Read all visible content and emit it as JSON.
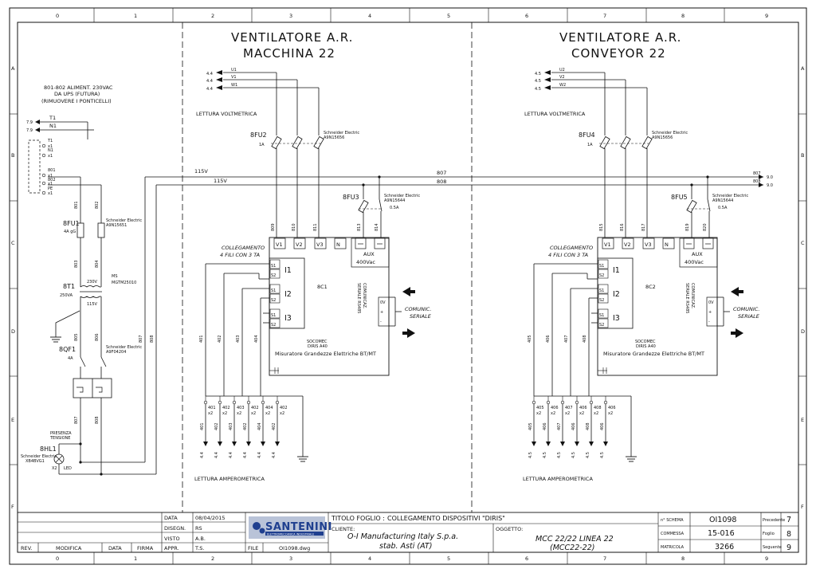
{
  "grid": {
    "columns": [
      "0",
      "1",
      "2",
      "3",
      "4",
      "5",
      "6",
      "7",
      "8",
      "9"
    ],
    "rows": [
      "A",
      "B",
      "C",
      "D",
      "E",
      "F"
    ]
  },
  "left": {
    "title1": "VENTILATORE A.R.",
    "title2": "MACCHINA 22",
    "phases": [
      "U1",
      "V1",
      "W1"
    ],
    "phase_refs": [
      "4.4",
      "4.4",
      "4.4"
    ],
    "voltmeter": "LETTURA VOLTMETRICA",
    "fuse": "8FU2",
    "fuse_rating": "1A",
    "fuse_maker": "Schneider Electric",
    "fuse_code": "A9N15656",
    "aux_fuse": "8FU3",
    "aux_fuse_maker": "Schneider Electric",
    "aux_fuse_code": "A9N15644",
    "aux_fuse_rating": "0.5A",
    "wires_v": [
      "809",
      "810",
      "811"
    ],
    "wires_aux": [
      "813",
      "814"
    ],
    "collegamento1": "COLLEGAMENTO",
    "collegamento2": "4 FILI CON 3 TA",
    "terminals": [
      "V1",
      "V2",
      "V3",
      "N"
    ],
    "aux_label": "AUX",
    "aux_volt": "400Vac",
    "device": "8C1",
    "inputs": [
      "I1",
      "I2",
      "I3"
    ],
    "s_terms": [
      "S1",
      "S2",
      "S1",
      "S2",
      "S1",
      "S2"
    ],
    "comm1": "COMUNICAZ.",
    "comm2": "SERIALE RS485",
    "comm_pins": [
      "0V",
      "+",
      "-"
    ],
    "comunic1": "COMUNIC.",
    "comunic2": "SERIALE",
    "maker": "SOCOMEC",
    "model": "DIRIS A40",
    "desc": "Misuratore Grandezze Elettriche BT/MT",
    "ct_wires": [
      "401",
      "402",
      "403",
      "404"
    ],
    "ct_labels": [
      "401",
      "402",
      "403",
      "402",
      "404",
      "402"
    ],
    "ct_mult": [
      "x2",
      "x2",
      "x2",
      "x2",
      "x2",
      "x2"
    ],
    "ct_refs": [
      "4.4",
      "4.4",
      "4.4",
      "4.4",
      "4.4",
      "4.4"
    ],
    "amp": "LETTURA AMPEROMETRICA"
  },
  "right": {
    "title1": "VENTILATORE A.R.",
    "title2": "CONVEYOR 22",
    "phases": [
      "U2",
      "V2",
      "W2"
    ],
    "phase_refs": [
      "4.5",
      "4.5",
      "4.5"
    ],
    "voltmeter": "LETTURA VOLTMETRICA",
    "fuse": "8FU4",
    "fuse_rating": "1A",
    "fuse_maker": "Schneider Electric",
    "fuse_code": "A9N15656",
    "aux_fuse": "8FU5",
    "aux_fuse_maker": "Schneider Electric",
    "aux_fuse_code": "A9N15644",
    "aux_fuse_rating": "0.5A",
    "wires_v": [
      "815",
      "816",
      "817"
    ],
    "wires_aux": [
      "819",
      "820"
    ],
    "collegamento1": "COLLEGAMENTO",
    "collegamento2": "4 FILI CON 3 TA",
    "terminals": [
      "V1",
      "V2",
      "V3",
      "N"
    ],
    "aux_label": "AUX",
    "aux_volt": "400Vac",
    "device": "8C2",
    "inputs": [
      "I1",
      "I2",
      "I3"
    ],
    "s_terms": [
      "S1",
      "S2",
      "S1",
      "S2",
      "S1",
      "S2"
    ],
    "comm1": "COMUNICAZ.",
    "comm2": "SERIALE RS485",
    "comm_pins": [
      "0V",
      "+",
      "-"
    ],
    "comunic1": "COMUNIC.",
    "comunic2": "SERIALE",
    "maker": "SOCOMEC",
    "model": "DIRIS A40",
    "desc": "Misuratore Grandezze Elettriche BT/MT",
    "ct_wires": [
      "405",
      "406",
      "407",
      "408"
    ],
    "ct_labels": [
      "405",
      "406",
      "407",
      "406",
      "408",
      "406"
    ],
    "ct_mult": [
      "x2",
      "x2",
      "x2",
      "x2",
      "x2",
      "x2"
    ],
    "ct_refs": [
      "4.5",
      "4.5",
      "4.5",
      "4.5",
      "4.5",
      "4.5"
    ],
    "amp": "LETTURA AMPEROMETRICA"
  },
  "supply": {
    "note1": "801-802 ALIMENT. 230VAC",
    "note2": "DA UPS (FUTURA)",
    "note3": "(RIMUOVERE I PONTICELLI)",
    "t1": "T1",
    "n1": "N1",
    "ref_t1": "7.9",
    "ref_n1": "7.9",
    "term_labels": [
      "T1",
      "x1",
      "N1",
      "x1",
      "801",
      "x1",
      "802",
      "x1",
      "PE",
      "x1"
    ],
    "w801": "801",
    "w802": "802",
    "fu1": "8FU1",
    "fu1_rating": "4A gG",
    "fu1_maker": "Schneider Electric",
    "fu1_code": "A9N15651",
    "w803": "803",
    "w804": "804",
    "t1_name": "8T1",
    "t1_va": "250VA",
    "ms_label": "MS",
    "ms_code": "MGTM25010",
    "v230": "230V",
    "v115": "115V",
    "w805": "805",
    "w806": "806",
    "qf1": "8QF1",
    "qf1_rating": "4A",
    "qf1_maker": "Schneider Electric",
    "qf1_code": "A9F04204",
    "w807": "807",
    "w808": "808",
    "presenza1": "PRESENZA",
    "presenza2": "TENSIONE",
    "hl1": "8HL1",
    "hl1_maker": "Schneider Electric",
    "hl1_code": "XB4BVG1",
    "led": "LED",
    "x1": "X1",
    "x2": "X2",
    "bus_807_v": "115V",
    "bus_808_v": "115V",
    "bus_807_label": "807",
    "bus_808_label": "808",
    "ref_807": "9.0",
    "ref_808": "9.0"
  },
  "title_block": {
    "data_label": "DATA",
    "data_value": "08/04/2015",
    "disegn_label": "DISEGN.",
    "disegn_value": "RS",
    "visto_label": "VISTO",
    "visto_value": "A.B.",
    "appr_label": "APPR.",
    "appr_value": "T.S.",
    "file_label": "FILE",
    "file_value": "OI1098.dwg",
    "rev_label": "REV.",
    "modifica_label": "MODIFICA",
    "data2_label": "DATA",
    "firma_label": "FIRMA",
    "logo": "SANTENINI",
    "logo_sub": "ELETTROMECCANICA INDUSTRIALE",
    "titolo_label": "TITOLO FOGLIO :",
    "titolo_value": "COLLEGAMENTO DISPOSITIVI \"DIRIS\"",
    "cliente_label": "CLIENTE:",
    "cliente_1": "O-I Manufacturing Italy S.p.a.",
    "cliente_2": "stab. Asti (AT)",
    "oggetto_label": "OGGETTO:",
    "oggetto_1": "MCC 22/22 LINEA 22",
    "oggetto_2": "(MCC22-22)",
    "schema_label": "n° SCHEMA",
    "schema_value": "OI1098",
    "commessa_label": "COMMESSA",
    "commessa_value": "15-016",
    "matricola_label": "MATRICOLA",
    "matricola_value": "3266",
    "prec_label": "Precedente",
    "prec_value": "7",
    "foglio_label": "Foglio",
    "foglio_value": "8",
    "succ_label": "Seguente",
    "succ_value": "9"
  },
  "colors": {
    "line": "#111111",
    "logo_blue": "#1f3f8f",
    "logo_bg": "#b9c3d8"
  }
}
